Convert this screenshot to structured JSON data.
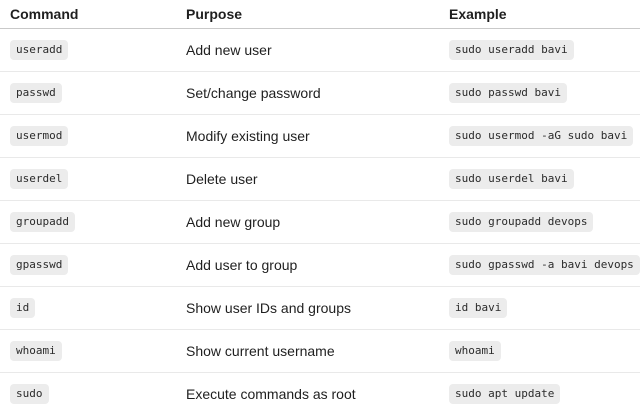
{
  "table": {
    "columns": [
      {
        "key": "command",
        "label": "Command"
      },
      {
        "key": "purpose",
        "label": "Purpose"
      },
      {
        "key": "example",
        "label": "Example"
      }
    ],
    "rows": [
      {
        "command": "useradd",
        "purpose": "Add new user",
        "example": "sudo useradd bavi"
      },
      {
        "command": "passwd",
        "purpose": "Set/change password",
        "example": "sudo passwd bavi"
      },
      {
        "command": "usermod",
        "purpose": "Modify existing user",
        "example": "sudo usermod -aG sudo bavi"
      },
      {
        "command": "userdel",
        "purpose": "Delete user",
        "example": "sudo userdel bavi"
      },
      {
        "command": "groupadd",
        "purpose": "Add new group",
        "example": "sudo groupadd devops"
      },
      {
        "command": "gpasswd",
        "purpose": "Add user to group",
        "example": "sudo gpasswd -a bavi devops"
      },
      {
        "command": "id",
        "purpose": "Show user IDs and groups",
        "example": "id bavi"
      },
      {
        "command": "whoami",
        "purpose": "Show current username",
        "example": "whoami"
      },
      {
        "command": "sudo",
        "purpose": "Execute commands as root",
        "example": "sudo apt update"
      }
    ]
  },
  "colors": {
    "background": "#ffffff",
    "text": "#1f1f1f",
    "header_border": "#c9c9c9",
    "row_divider": "#e9e9e9",
    "code_bg": "#ececec",
    "code_text": "#2b2b2b"
  }
}
